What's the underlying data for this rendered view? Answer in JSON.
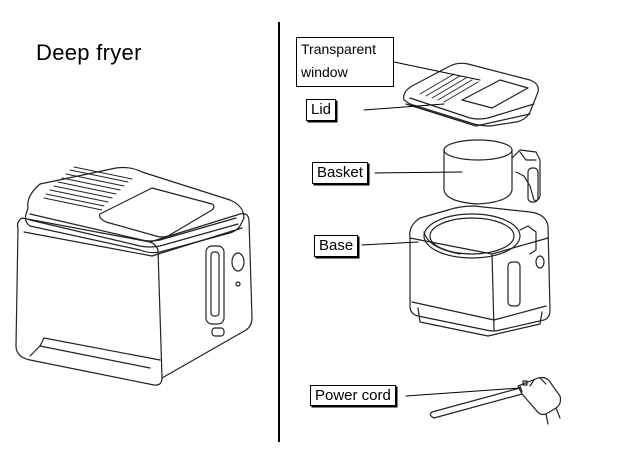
{
  "title": "Deep fryer",
  "labels": {
    "transparent_window_line1": "Transparent",
    "transparent_window_line2": "window",
    "lid": "Lid",
    "basket": "Basket",
    "base": "Base",
    "power_cord": "Power cord"
  }
}
